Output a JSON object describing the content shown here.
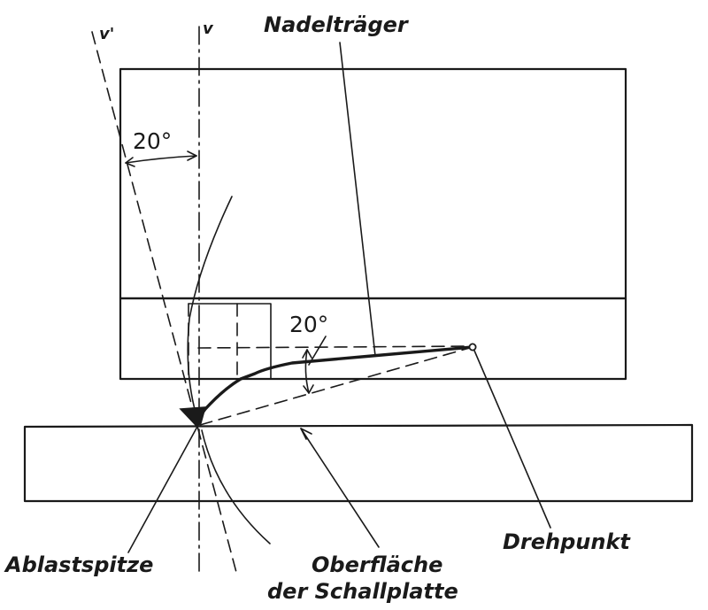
{
  "labels": {
    "v_prime": "v'",
    "v": "v",
    "angle_top": "20°",
    "angle_mid": "20°",
    "needle_carrier": "Nadelträger",
    "stylus_tip": "Ablastspitze",
    "record_surface_line1": "Oberfläche",
    "record_surface_line2": "der Schallplatte",
    "pivot": "Drehpunkt"
  },
  "colors": {
    "ink": "#1a1a1a",
    "paper": "#ffffff"
  }
}
